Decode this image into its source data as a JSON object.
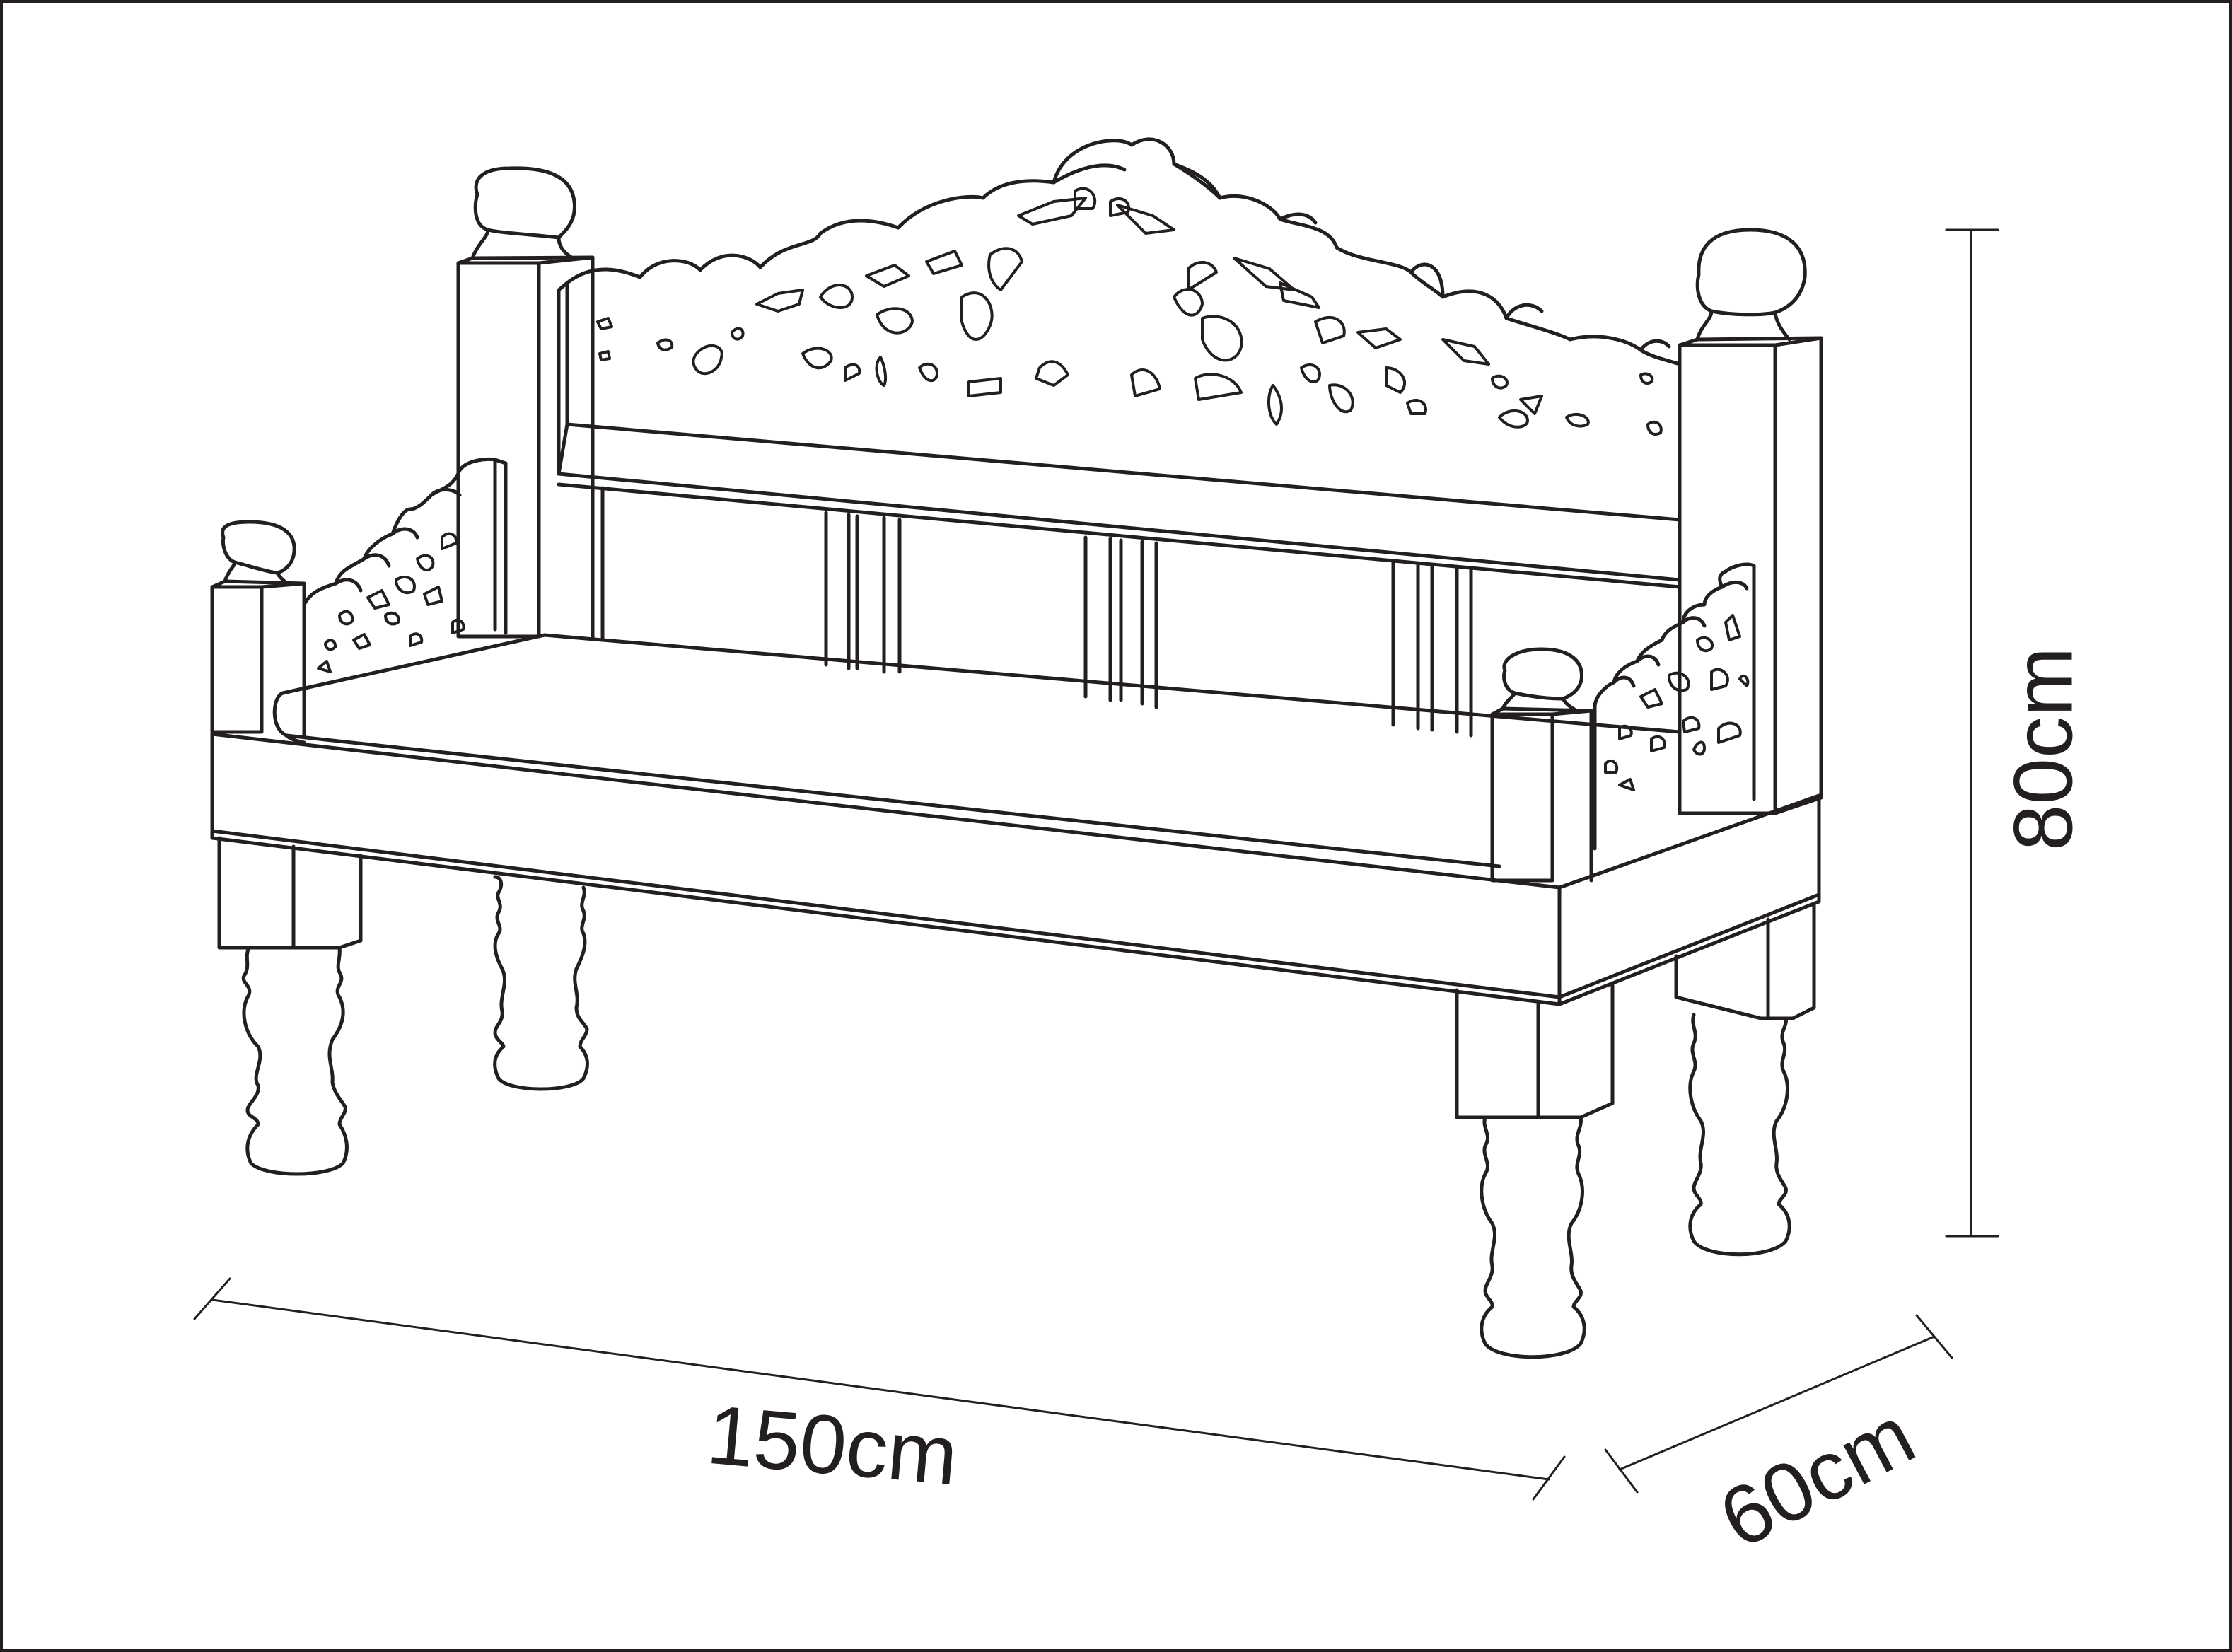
{
  "dimensions": {
    "width": "150cm",
    "depth": "60cm",
    "height": "80cm"
  },
  "colors": {
    "line": "#231f20",
    "background": "#ffffff"
  }
}
